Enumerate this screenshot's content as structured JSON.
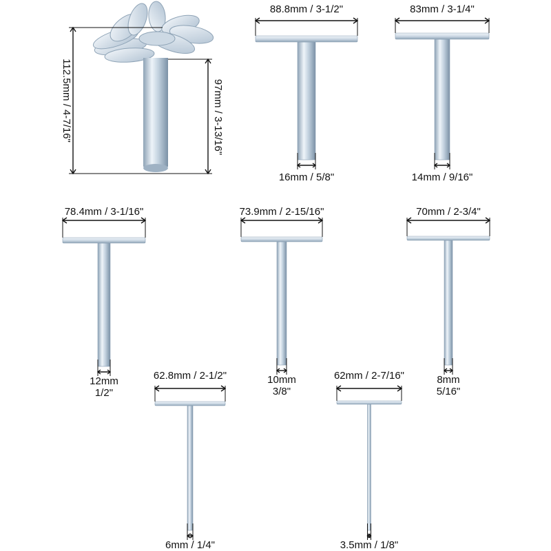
{
  "colors": {
    "steel_light": "#e4edf5",
    "steel_mid": "#b7c7d6",
    "steel_dark": "#7d93a8",
    "ink": "#111111"
  },
  "set_view": {
    "overall_height_label": "112.5mm / 4-7/16\"",
    "shaft_height_label": "97mm / 3-13/16\""
  },
  "bits": [
    {
      "head_label": "88.8mm / 3-1/2\"",
      "shaft_label": [
        "16mm / 5/8\""
      ]
    },
    {
      "head_label": "83mm / 3-1/4\"",
      "shaft_label": [
        "14mm / 9/16\""
      ]
    },
    {
      "head_label": "78.4mm / 3-1/16\"",
      "shaft_label": [
        "12mm",
        "1/2\""
      ]
    },
    {
      "head_label": "73.9mm / 2-15/16\"",
      "shaft_label": [
        "10mm",
        "3/8\""
      ]
    },
    {
      "head_label": "70mm / 2-3/4\"",
      "shaft_label": [
        "8mm",
        "5/16\""
      ]
    },
    {
      "head_label": "62.8mm / 2-1/2\"",
      "shaft_label": [
        "6mm / 1/4\""
      ]
    },
    {
      "head_label": "62mm / 2-7/16\"",
      "shaft_label": [
        "3.5mm / 1/8\""
      ]
    }
  ]
}
